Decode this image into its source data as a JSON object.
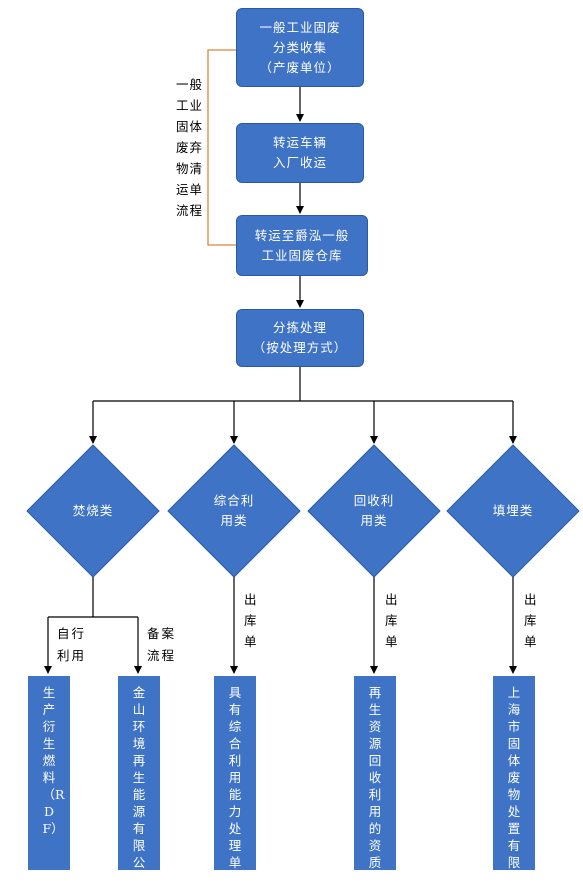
{
  "colors": {
    "box_fill": "#3f73c5",
    "box_stroke": "#2a5aa5",
    "arrow": "#000000",
    "bracket": "#e0853f"
  },
  "flow_steps": [
    {
      "text": "一般工业固废\n分类收集\n（产废单位）"
    },
    {
      "text": "转运车辆\n入厂收运"
    },
    {
      "text": "转运至爵泓一般\n工业固废仓库"
    },
    {
      "text": "分拣处理\n（按处理方式）"
    }
  ],
  "side_label": "一般\n工业\n固体\n废弃\n物清\n运单\n流程",
  "categories": [
    {
      "text": "焚烧类"
    },
    {
      "text": "综合利\n用类"
    },
    {
      "text": "回收利\n用类"
    },
    {
      "text": "填埋类"
    }
  ],
  "branch_labels": {
    "self_use": "自行\n利用",
    "record": "备案\n流程",
    "out_slip_1": "出\n库\n单",
    "out_slip_2": "出\n库\n单",
    "out_slip_3": "出\n库\n单"
  },
  "destinations": [
    {
      "text": "生产衍生燃料（RDF）"
    },
    {
      "text": "金山环境再生能源有限公司"
    },
    {
      "text": "具有综合利用能力处理单位"
    },
    {
      "text": "再生资源回收利用的资质单位"
    },
    {
      "text": "上海市固体废物处置有限公司"
    }
  ]
}
